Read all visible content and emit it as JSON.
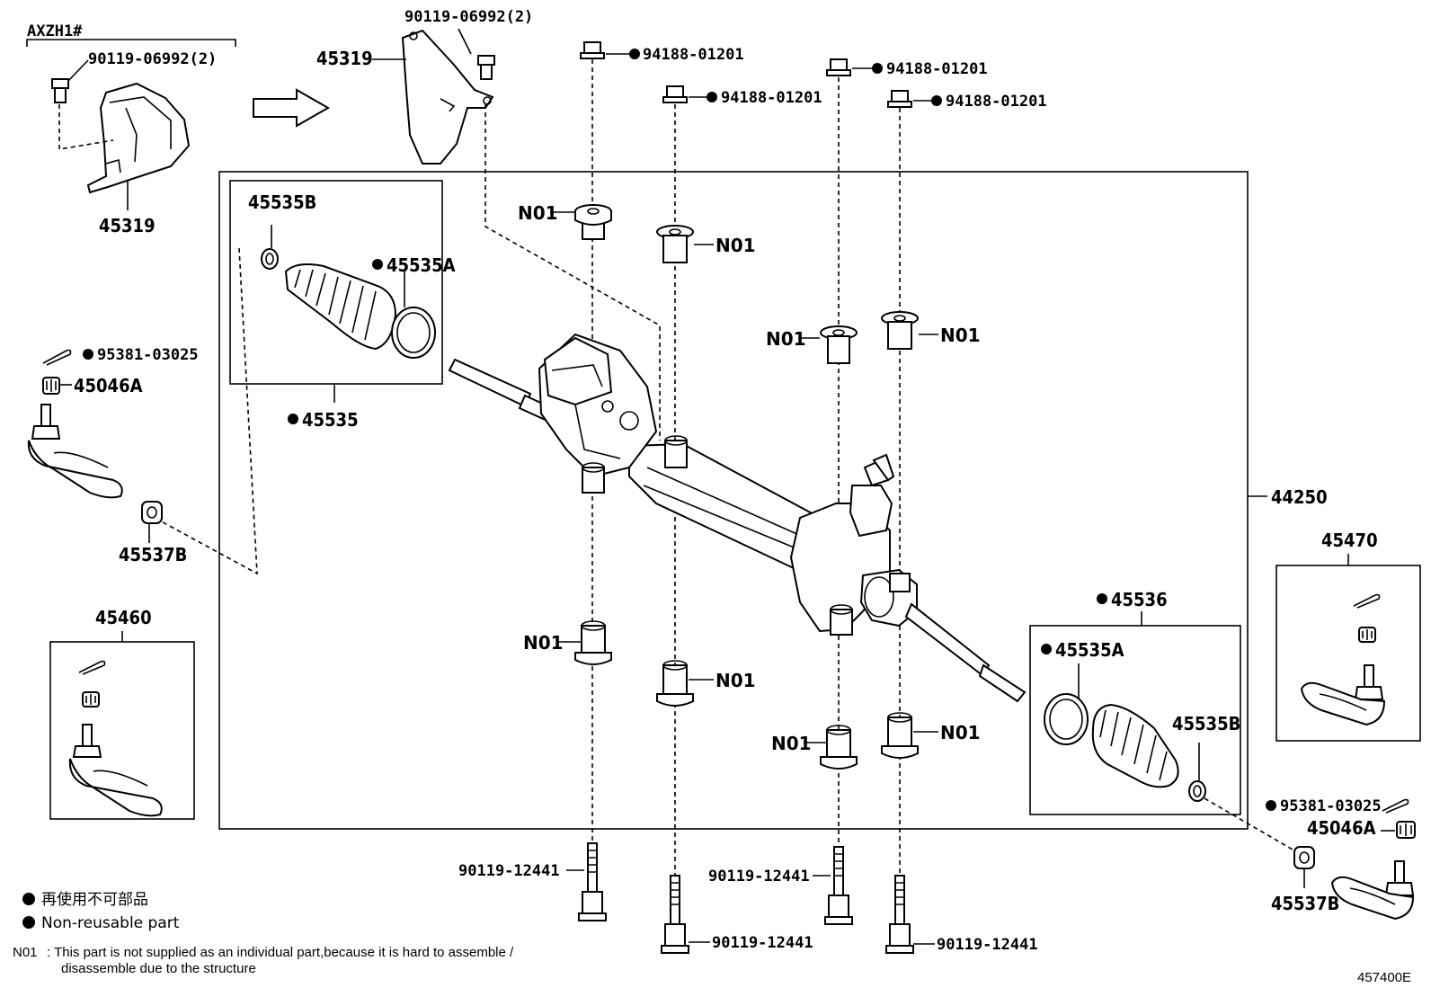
{
  "header_group": "AXZH1#",
  "legend": {
    "jp": "再使用不可部品",
    "en": "Non-reusable part"
  },
  "note": {
    "code": "N01",
    "line1": ":  This part is not supplied as an individual part,because it is hard to assemble /",
    "line2": "disassemble due to the structure"
  },
  "ref": "457400E",
  "labels": {
    "bolt_top_left": "90119-06992(2)",
    "bolt_top_mid": "90119-06992(2)",
    "bracket_a": "45319",
    "bracket_b": "45319",
    "nut_1": "94188-01201",
    "nut_2": "94188-01201",
    "nut_3": "94188-01201",
    "nut_4": "94188-01201",
    "boot_clip_l": "45535B",
    "boot_band_l": "45535A",
    "boot_kit_l": "45535",
    "pin_l": "95381-03025",
    "nut_l": "45046A",
    "lock_l": "45537B",
    "end_kit_l": "45460",
    "gear": "44250",
    "end_kit_r": "45470",
    "boot_kit_r": "45536",
    "boot_band_r": "45535A",
    "boot_clip_r": "45535B",
    "pin_r": "95381-03025",
    "nut_r": "45046A",
    "lock_r": "45537B",
    "n01_1": "N01",
    "n01_2": "N01",
    "n01_3": "N01",
    "n01_4": "N01",
    "n01_5": "N01",
    "n01_6": "N01",
    "n01_7": "N01",
    "n01_8": "N01",
    "stud_1": "90119-12441",
    "stud_2": "90119-12441",
    "stud_3": "90119-12441",
    "stud_4": "90119-12441"
  }
}
